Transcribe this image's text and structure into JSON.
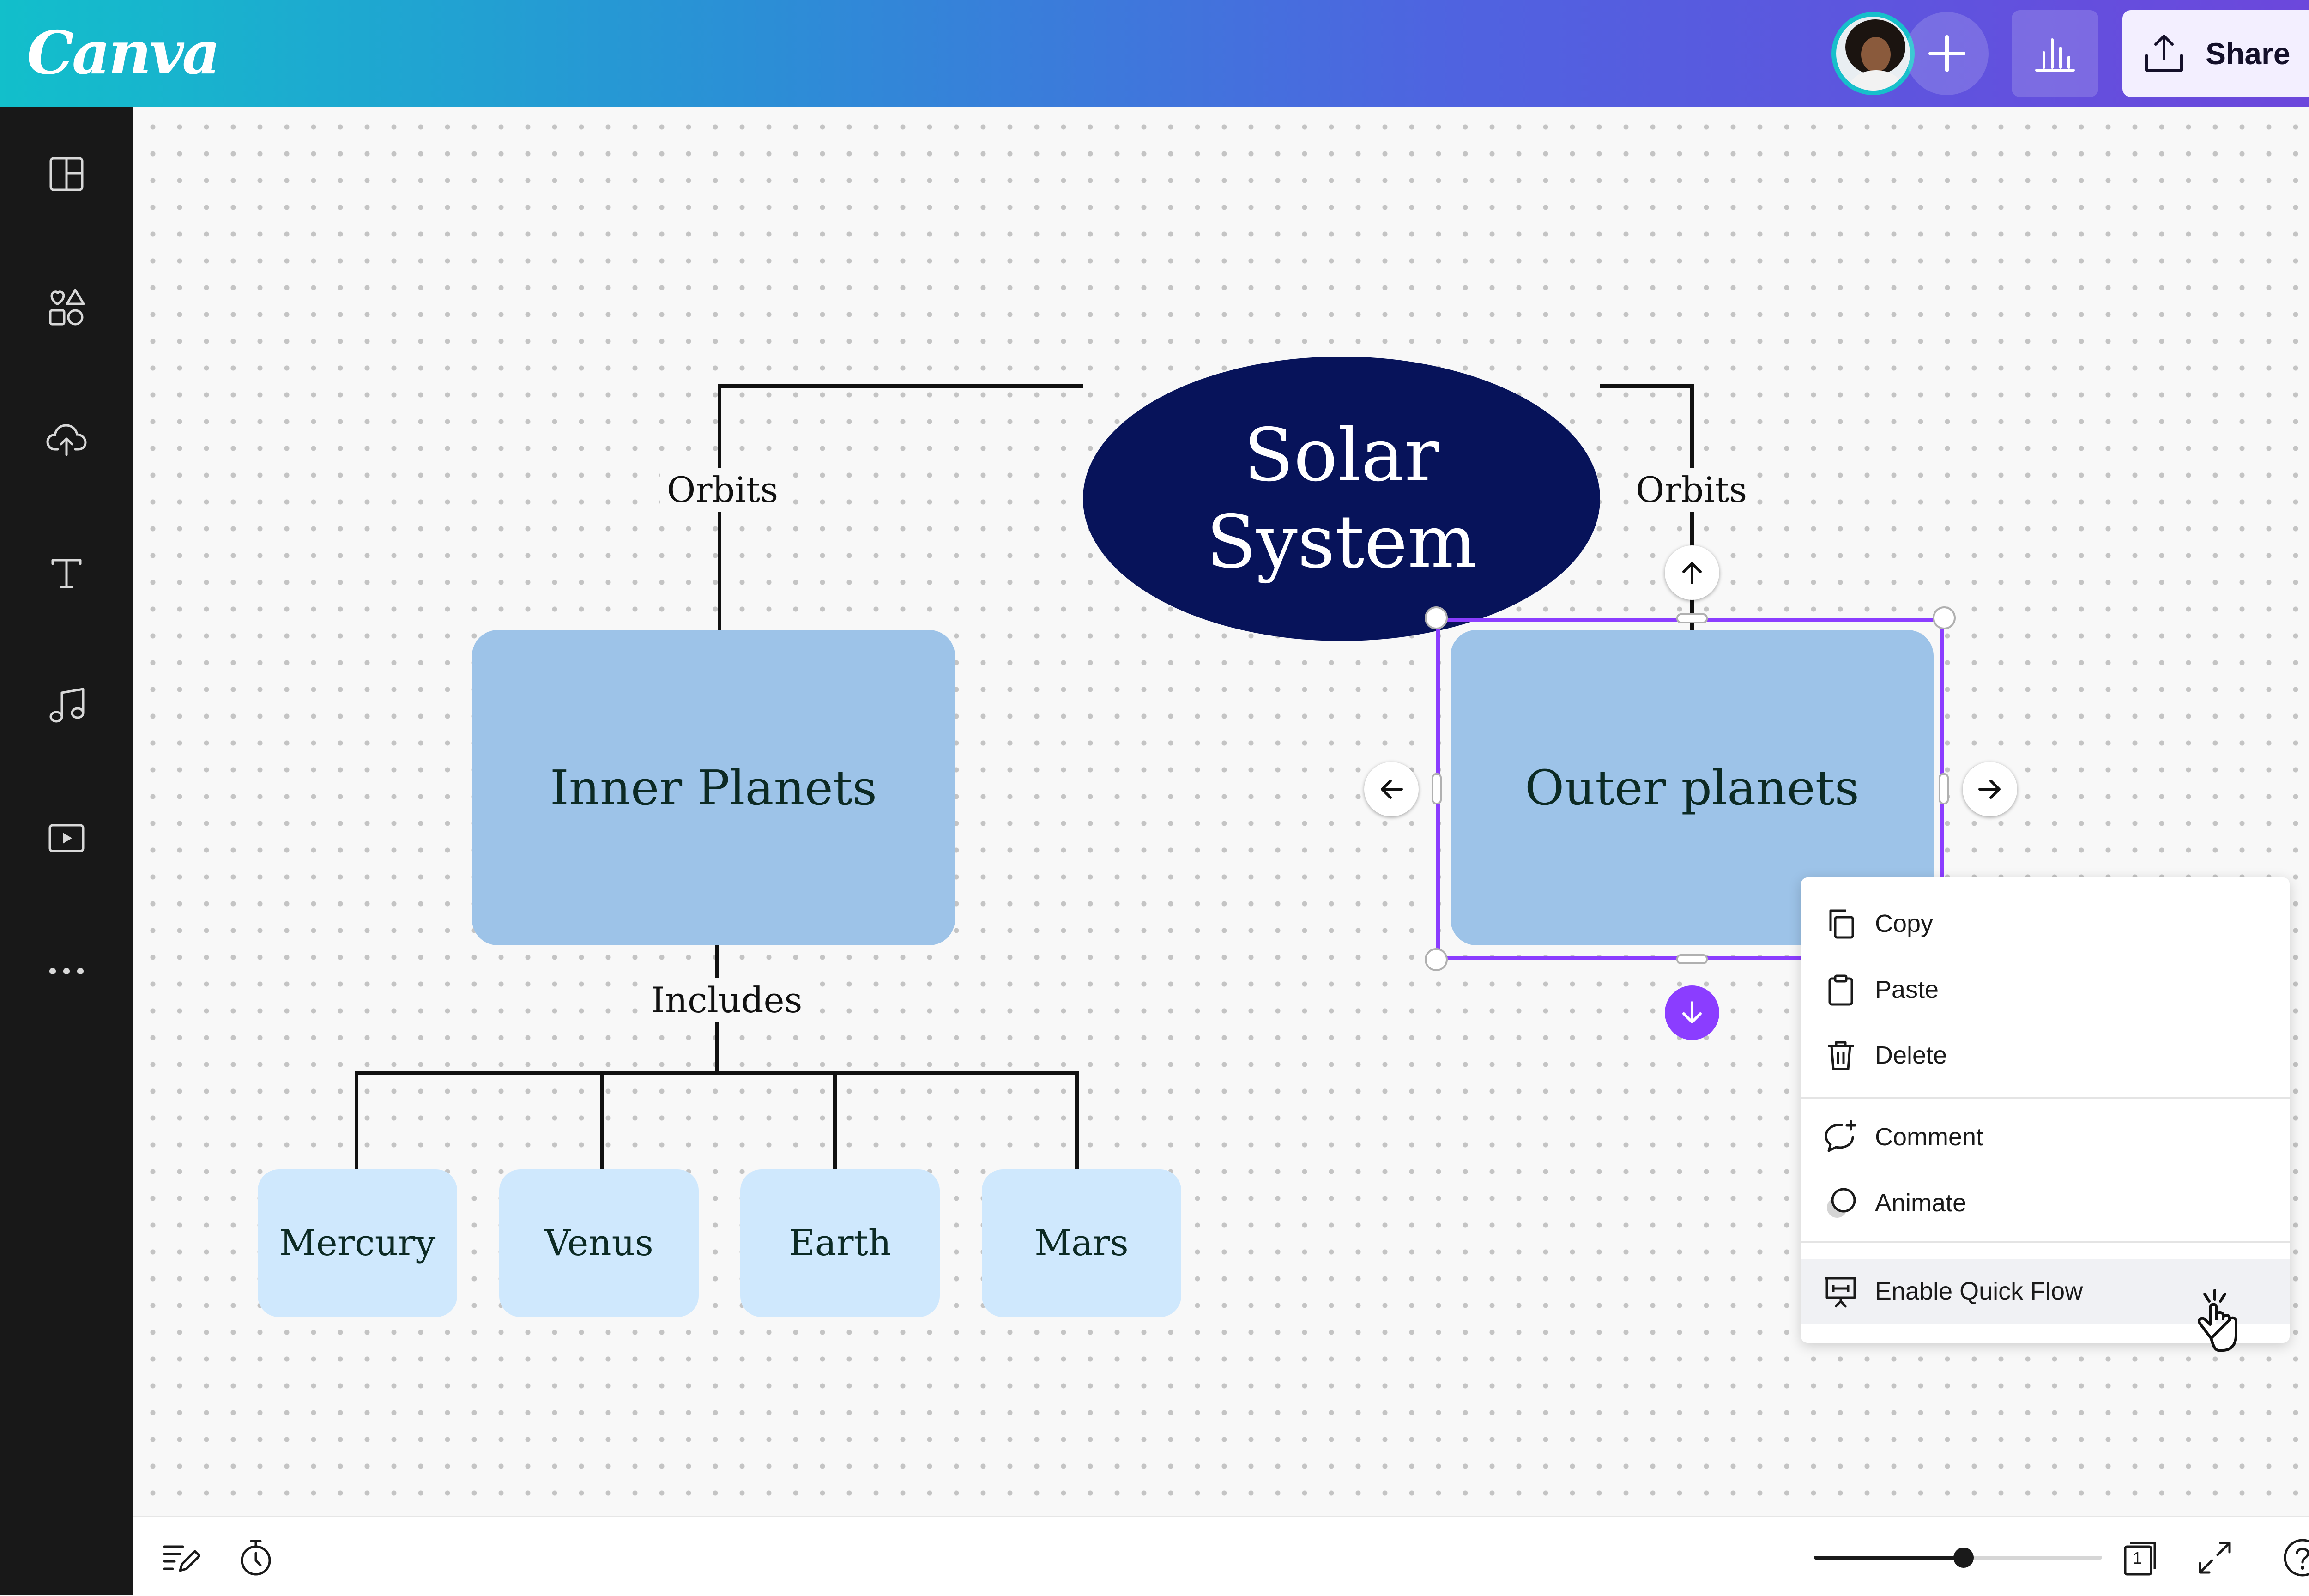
{
  "app": {
    "logo_text": "Canva",
    "brand_gradient": [
      "#12bfcb",
      "#6d46dc"
    ],
    "accent": "#8b3dff"
  },
  "header": {
    "avatar_icon": "user-avatar",
    "add_icon": "plus-icon",
    "analytics_icon": "bar-chart-icon",
    "share_icon": "upload-icon",
    "share_label": "Share"
  },
  "sidebar": {
    "items": [
      {
        "icon": "design-layout-icon"
      },
      {
        "icon": "elements-shapes-icon"
      },
      {
        "icon": "upload-cloud-icon"
      },
      {
        "icon": "text-icon"
      },
      {
        "icon": "music-note-icon"
      },
      {
        "icon": "video-play-icon"
      },
      {
        "icon": "more-dots-icon"
      }
    ]
  },
  "diagram": {
    "title": "Solar System",
    "title_color": "#07135a",
    "left_edge_label": "Orbits",
    "right_edge_label": "Orbits",
    "inner_box": "Inner Planets",
    "outer_box": "Outer planets",
    "includes_label": "Includes",
    "planets": [
      "Mercury",
      "Venus",
      "Earth",
      "Mars"
    ],
    "box_color": "#9dc3e8",
    "planet_color": "#cfe8fd"
  },
  "context_menu": {
    "items": [
      {
        "label": "Copy",
        "icon": "copy-icon"
      },
      {
        "label": "Paste",
        "icon": "clipboard-icon"
      },
      {
        "label": "Delete",
        "icon": "trash-icon"
      },
      {
        "label": "Comment",
        "icon": "comment-add-icon"
      },
      {
        "label": "Animate",
        "icon": "animate-icon"
      },
      {
        "label": "Enable Quick Flow",
        "icon": "presentation-icon"
      }
    ]
  },
  "footer": {
    "notes_icon": "notes-pencil-icon",
    "timer_icon": "stopwatch-icon",
    "zoom_level": 0.52,
    "page_count": "1",
    "fullscreen_icon": "expand-arrows-icon",
    "help_icon": "help-circle-icon"
  }
}
